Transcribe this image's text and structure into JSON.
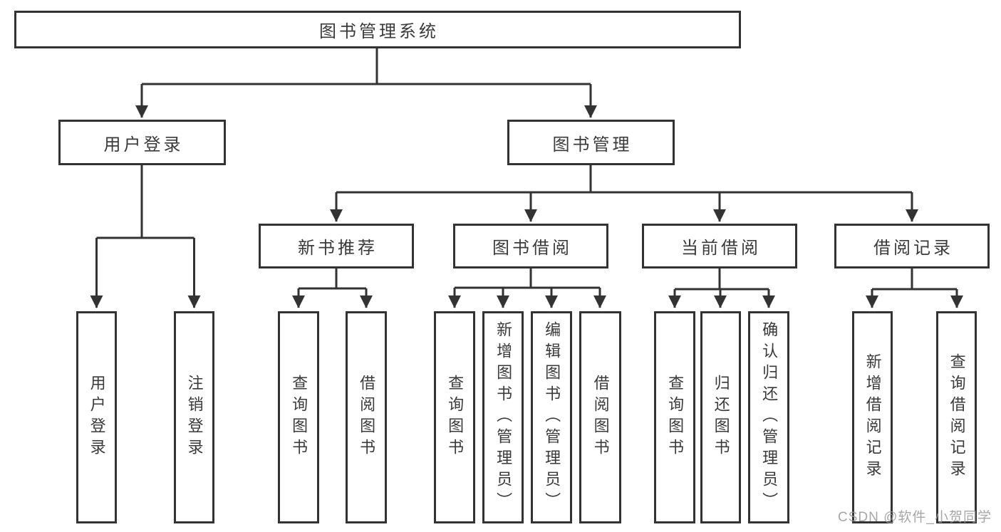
{
  "diagram_title": "图书管理系统",
  "watermark": "CSDN @软件_小贺同学",
  "colors": {
    "line": "#333333",
    "text": "#3a3a3a",
    "background": "#ffffff",
    "watermark": "#969696"
  },
  "tree": {
    "label": "图书管理系统",
    "children": [
      {
        "label": "用户登录",
        "children": [
          {
            "label": "用户登录"
          },
          {
            "label": "注销登录"
          }
        ]
      },
      {
        "label": "图书管理",
        "children": [
          {
            "label": "新书推荐",
            "children": [
              {
                "label": "查询图书"
              },
              {
                "label": "借阅图书"
              }
            ]
          },
          {
            "label": "图书借阅",
            "children": [
              {
                "label": "查询图书"
              },
              {
                "label": "新增图书（管理员）"
              },
              {
                "label": "编辑图书（管理员）"
              },
              {
                "label": "借阅图书"
              }
            ]
          },
          {
            "label": "当前借阅",
            "children": [
              {
                "label": "查询图书"
              },
              {
                "label": "归还图书"
              },
              {
                "label": "确认归还（管理员）"
              }
            ]
          },
          {
            "label": "借阅记录",
            "children": [
              {
                "label": "新增借阅记录"
              },
              {
                "label": "查询借阅记录"
              }
            ]
          }
        ]
      }
    ]
  }
}
